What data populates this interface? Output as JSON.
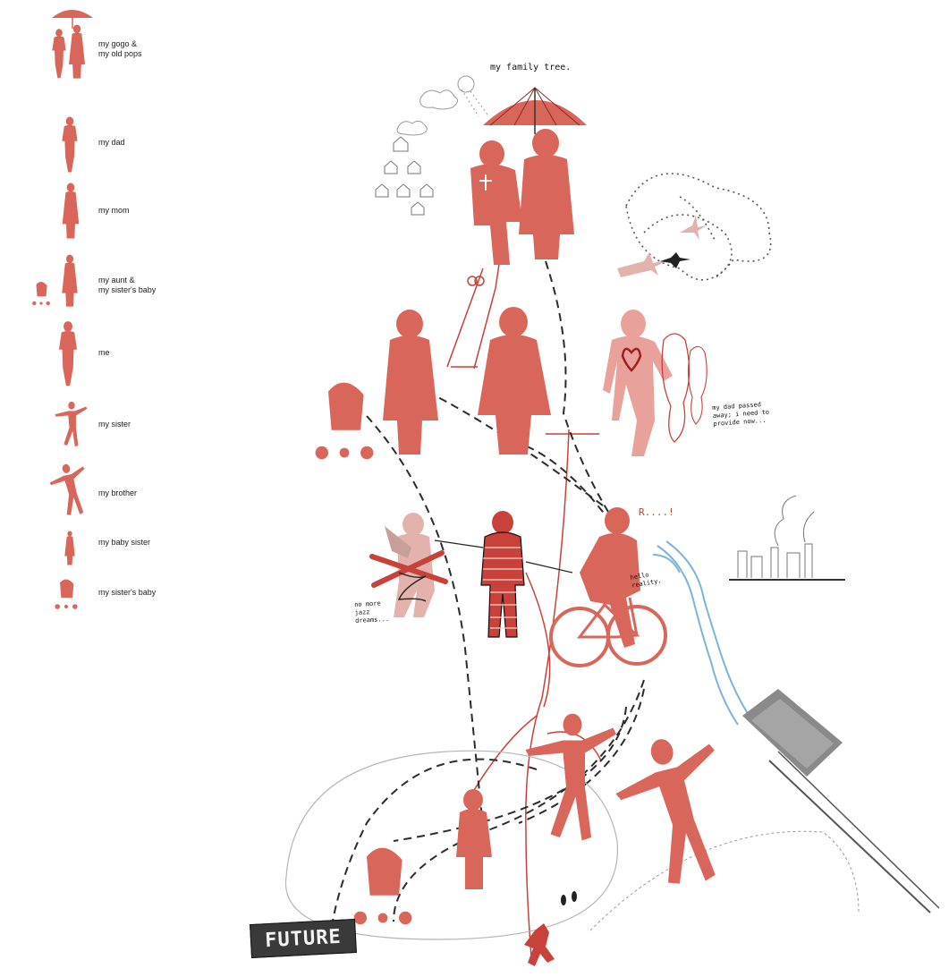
{
  "colors": {
    "silhouette": "#d9665a",
    "silhouette_light": "#eba9a2",
    "dashed_path": "#2b2b2b",
    "thread": "#c8413a",
    "river": "#7fb2d9",
    "sketch": "#999999"
  },
  "legend": [
    {
      "label": "my gogo &\nmy old pops",
      "icon": "grandparents-with-umbrella-icon"
    },
    {
      "label": "my dad",
      "icon": "walking-man-icon"
    },
    {
      "label": "my mom",
      "icon": "standing-woman-icon"
    },
    {
      "label": "my aunt &\nmy sister's baby",
      "icon": "woman-with-stroller-icon"
    },
    {
      "label": "me",
      "icon": "standing-man-icon"
    },
    {
      "label": "my sister",
      "icon": "dancing-girl-icon"
    },
    {
      "label": "my brother",
      "icon": "jumping-man-icon"
    },
    {
      "label": "my baby sister",
      "icon": "small-child-icon"
    },
    {
      "label": "my sister's baby",
      "icon": "stroller-icon"
    }
  ],
  "annotations": {
    "title": "my family tree.",
    "dad_note": "my dad passed\naway; i need to\nprovide now...",
    "dreams_note": "no more\njazz\ndreams...",
    "reality_note": "hello\nreality.",
    "r_note": "R....!",
    "future_label": "FUTURE"
  }
}
